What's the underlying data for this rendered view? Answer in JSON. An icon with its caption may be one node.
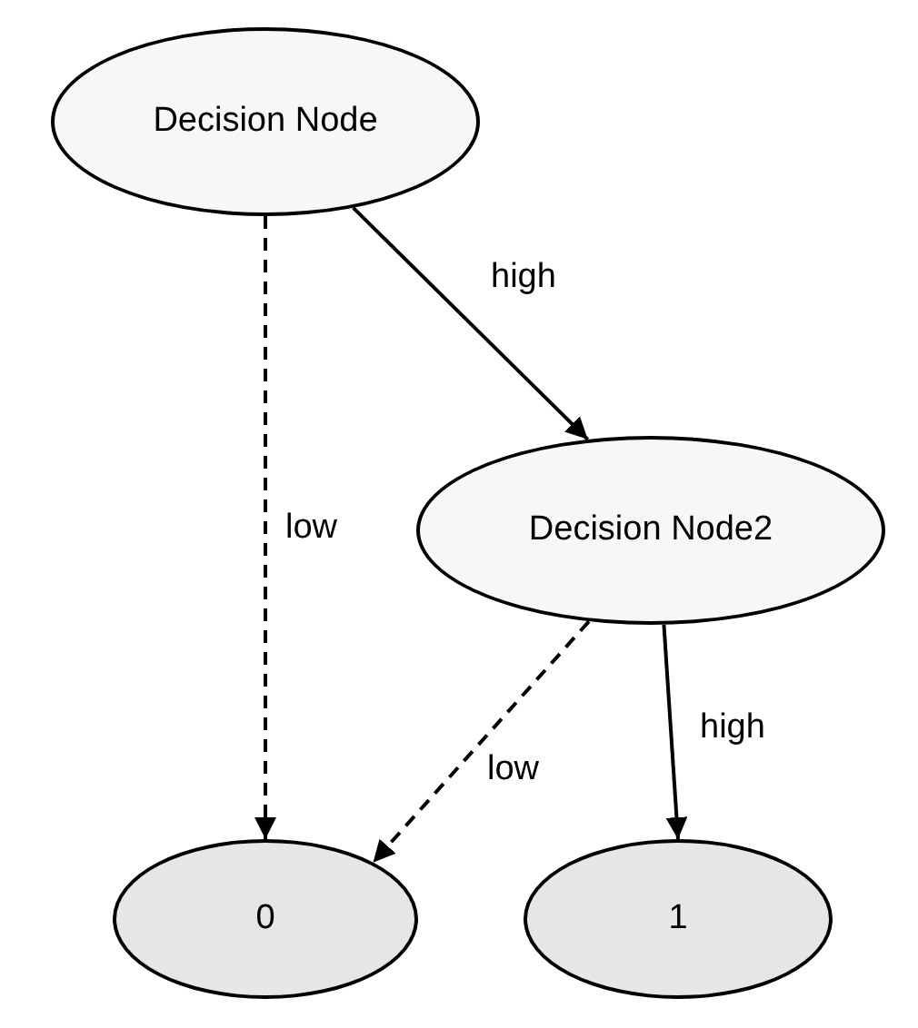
{
  "diagram": {
    "nodes": [
      {
        "text": [
          "Decision Node"
        ]
      },
      {
        "text": [
          "Decision Node2"
        ]
      },
      {
        "text": [
          "0"
        ]
      },
      {
        "text": [
          "1"
        ]
      }
    ],
    "edges": [
      {
        "from": 0,
        "to": 2,
        "arrow": "to",
        "label": "low",
        "style": "dashed"
      },
      {
        "from": 0,
        "to": 1,
        "arrow": "to",
        "label": "high"
      },
      {
        "from": 1,
        "to": 2,
        "arrow": "to",
        "label": "low",
        "style": "dashed"
      },
      {
        "from": 1,
        "to": 3,
        "arrow": "to",
        "label": "high"
      }
    ]
  }
}
